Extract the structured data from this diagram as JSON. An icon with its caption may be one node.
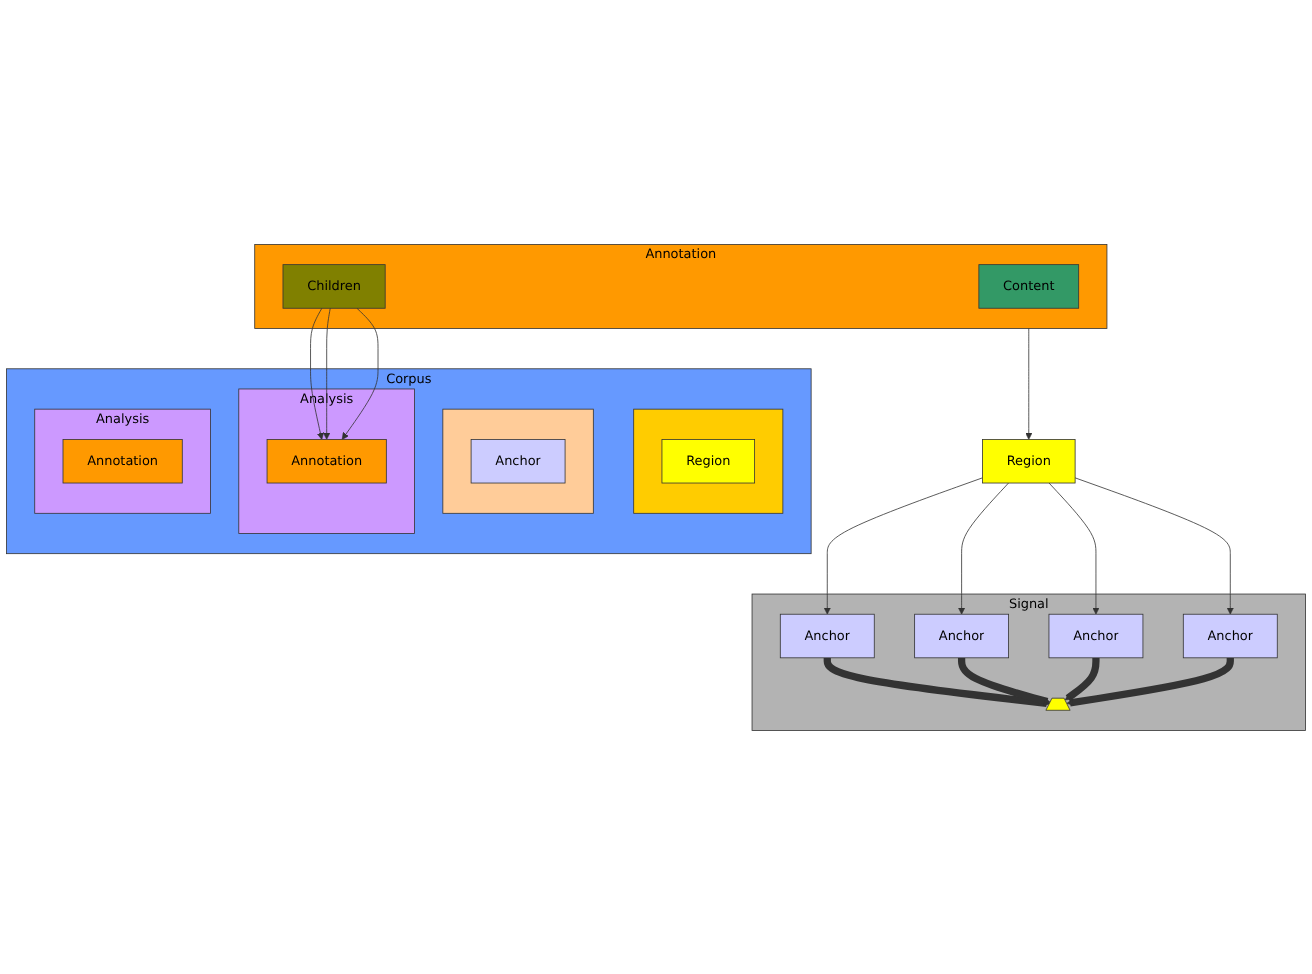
{
  "diagram": {
    "nodes": [
      {
        "text": [
          "Annotation"
        ]
      },
      {
        "text": [
          "Content"
        ],
        "in": 0
      },
      {
        "text": [
          "Children"
        ],
        "in": 0
      },
      {
        "text": [
          "Region"
        ]
      },
      {
        "text": [
          "Signal"
        ]
      },
      {
        "text": [
          "Anchor"
        ],
        "in": 4
      },
      {
        "text": [
          "Anchor"
        ],
        "in": 4
      },
      {
        "text": [],
        "shape": "trapezoid",
        "in": 4
      },
      {
        "text": [
          "Anchor"
        ],
        "in": 4
      },
      {
        "text": [
          "Anchor"
        ],
        "in": 4
      },
      {
        "text": [
          "Corpus"
        ]
      },
      {
        "text": [],
        "shape": "box",
        "in": 10
      },
      {
        "text": [
          "Region"
        ],
        "in": 11
      },
      {
        "text": [],
        "shape": "box",
        "in": 10
      },
      {
        "text": [
          "Anchor"
        ],
        "in": 13
      },
      {
        "text": [
          "Analysis"
        ],
        "in": 10
      },
      {
        "text": [
          "Annotation"
        ],
        "in": 15
      },
      {
        "text": [
          "Analysis"
        ],
        "in": 10
      },
      {
        "text": [
          "Annotation"
        ],
        "in": 17
      }
    ],
    "edges": [
      {
        "from": 0,
        "to": 3,
        "arrow": "to"
      },
      {
        "from": 3,
        "to": 5,
        "arrow": "to"
      },
      {
        "from": 3,
        "to": 8,
        "arrow": "to"
      },
      {
        "from": 3,
        "to": 9,
        "arrow": "to"
      },
      {
        "from": 3,
        "to": 6,
        "arrow": "to"
      },
      {
        "from": 5,
        "to": 7,
        "arrow": "to",
        "style": "thick"
      },
      {
        "from": 6,
        "to": 7,
        "arrow": "to",
        "style": "thick"
      },
      {
        "from": 8,
        "to": 7,
        "arrow": "to",
        "style": "thick"
      },
      {
        "from": 9,
        "to": 7,
        "arrow": "to",
        "style": "thick"
      },
      {
        "from": 2,
        "to": 16,
        "arrow": "to"
      },
      {
        "from": 2,
        "to": 16,
        "arrow": "to"
      },
      {
        "from": 2,
        "to": 16,
        "arrow": "to"
      }
    ]
  }
}
